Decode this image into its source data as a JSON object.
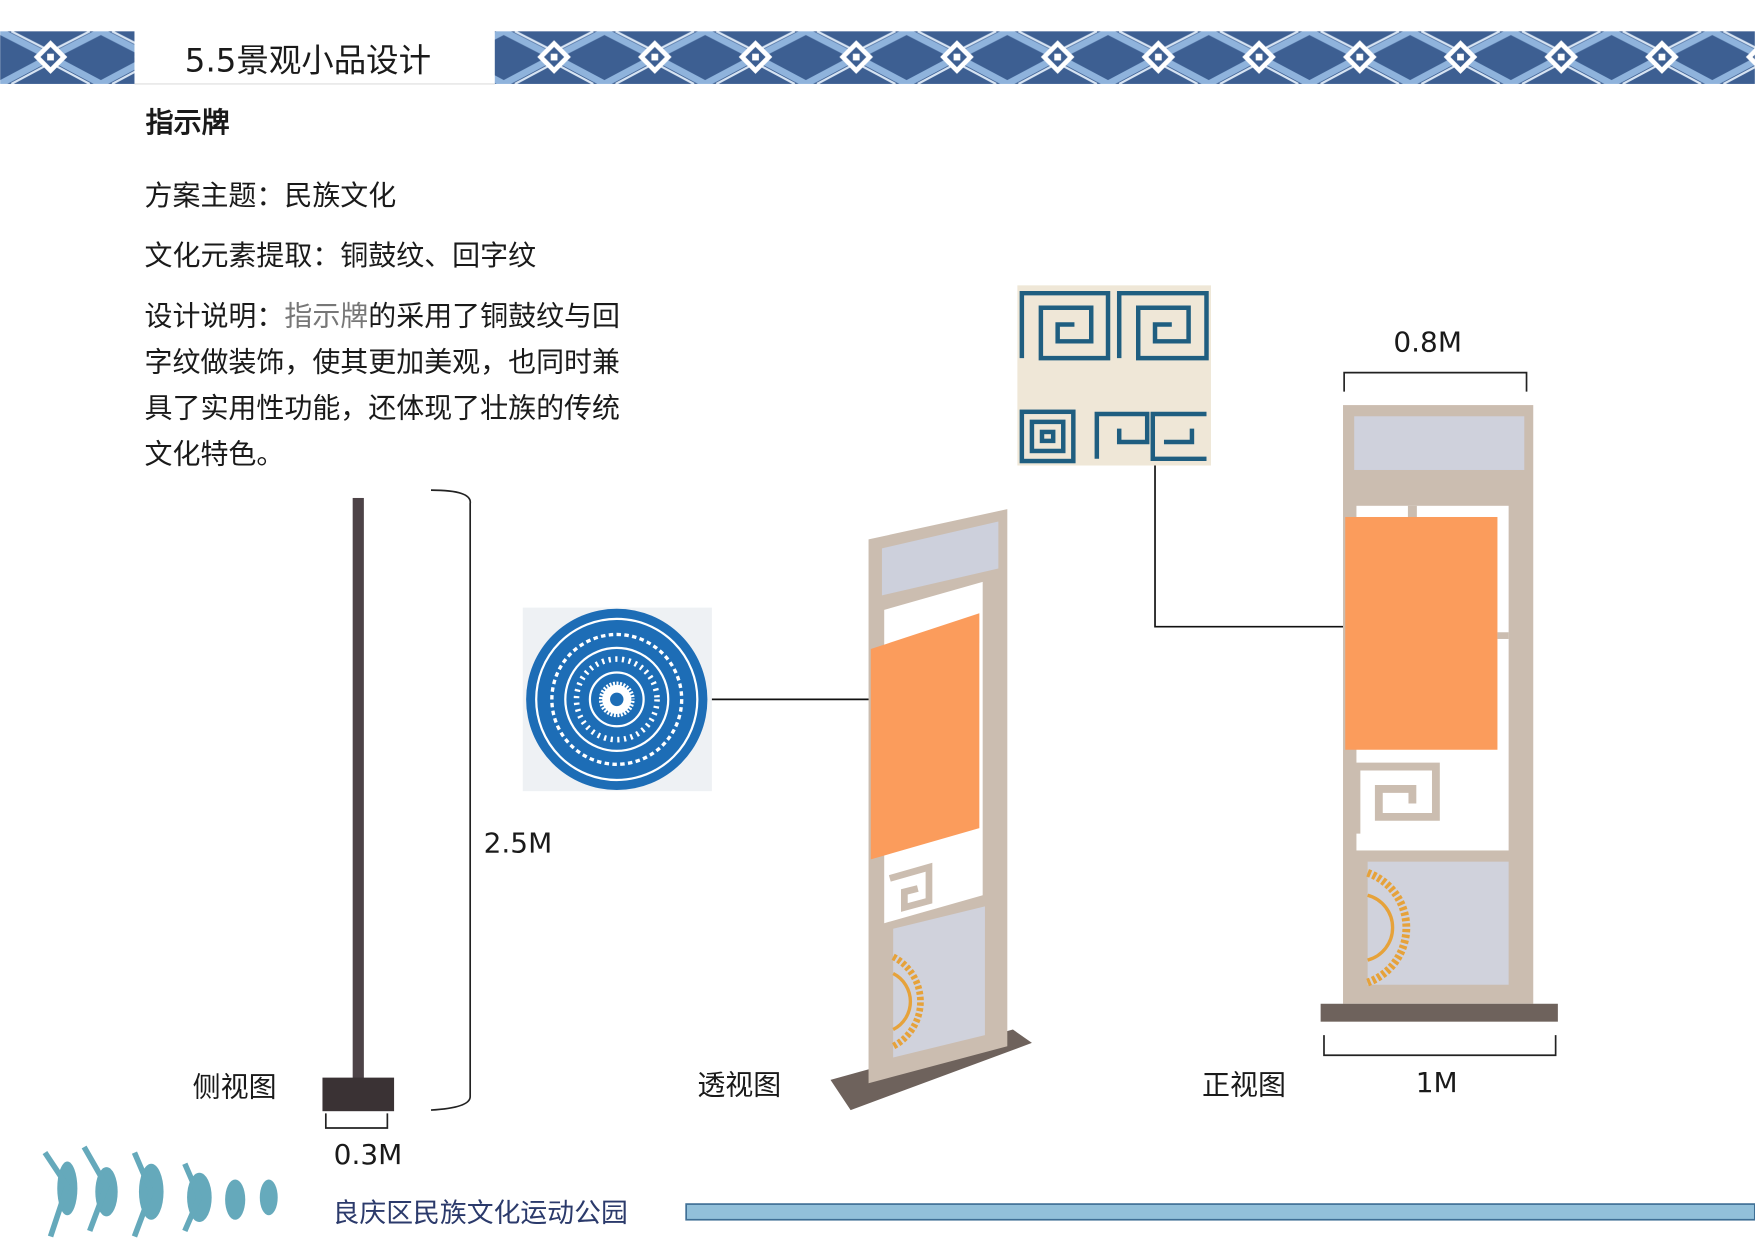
{
  "header": {
    "title": "5.5景观小品设计"
  },
  "section_title": "指示牌",
  "info": {
    "theme": "方案主题：民族文化",
    "elements": "文化元素提取：铜鼓纹、回字纹",
    "desc_label": "设计说明：",
    "desc_highlight": "指示牌",
    "desc_line1_rest": "的采用了铜鼓纹与回",
    "desc_line2": "字纹做装饰，使其更加美观，也同时兼",
    "desc_line3": "具了实用性功能，还体现了壮族的传统",
    "desc_line4": "文化特色。"
  },
  "views": {
    "side": {
      "label": "侧视图",
      "height_dim": "2.5M",
      "width_dim": "0.3M"
    },
    "perspective": {
      "label": "透视图"
    },
    "front": {
      "label": "正视图",
      "top_dim": "0.8M",
      "base_dim": "1M"
    }
  },
  "footer": {
    "park_name": "良庆区民族文化运动公园"
  },
  "colors": {
    "pattern_blue": "#3d5f92",
    "orange_panel": "#fb9c5c",
    "frame": "#cbbdb0",
    "footer_bar": "#92c0da",
    "footer_text": "#2b3a6b"
  }
}
